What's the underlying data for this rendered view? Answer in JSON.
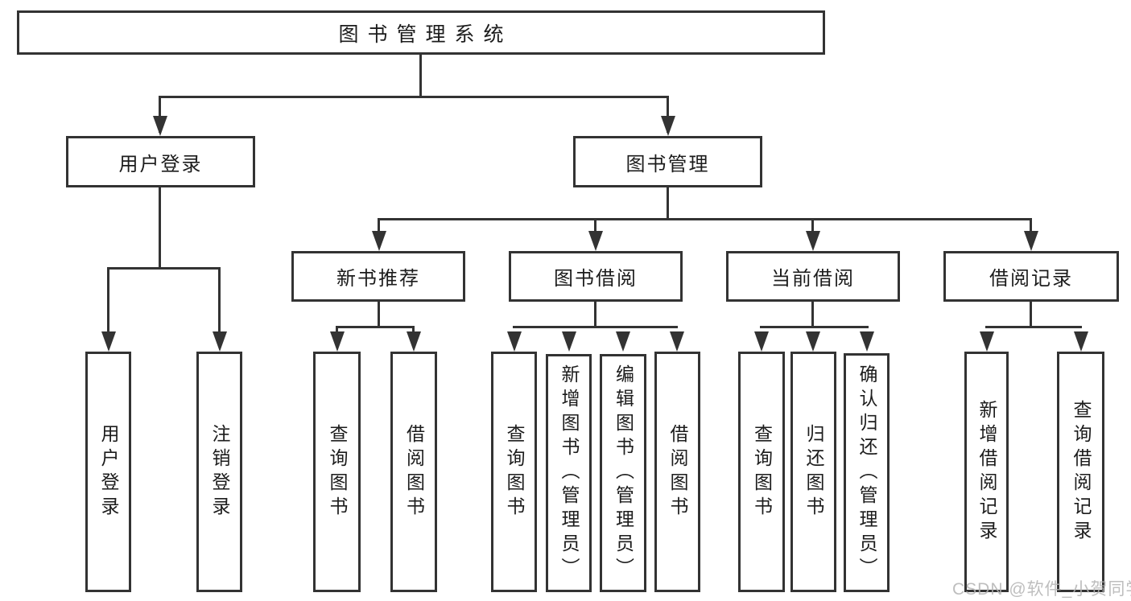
{
  "diagram": {
    "root": {
      "label": "图书管理系统"
    },
    "level2": [
      {
        "id": "user-login",
        "label": "用户登录"
      },
      {
        "id": "book-mgmt",
        "label": "图书管理"
      }
    ],
    "level3": [
      {
        "id": "new-book-rec",
        "label": "新书推荐"
      },
      {
        "id": "book-borrow",
        "label": "图书借阅"
      },
      {
        "id": "current-borrow",
        "label": "当前借阅"
      },
      {
        "id": "borrow-record",
        "label": "借阅记录"
      }
    ],
    "leaves": [
      {
        "group": "user-login",
        "label": "用户登录"
      },
      {
        "group": "user-login",
        "label": "注销登录"
      },
      {
        "group": "new-book-rec",
        "label": "查询图书"
      },
      {
        "group": "new-book-rec",
        "label": "借阅图书"
      },
      {
        "group": "book-borrow",
        "label": "查询图书"
      },
      {
        "group": "book-borrow",
        "label": "新增图书（管理员）"
      },
      {
        "group": "book-borrow",
        "label": "编辑图书（管理员）"
      },
      {
        "group": "book-borrow",
        "label": "借阅图书"
      },
      {
        "group": "current-borrow",
        "label": "查询图书"
      },
      {
        "group": "current-borrow",
        "label": "归还图书"
      },
      {
        "group": "current-borrow",
        "label": "确认归还（管理员）"
      },
      {
        "group": "borrow-record",
        "label": "新增借阅记录"
      },
      {
        "group": "borrow-record",
        "label": "查询借阅记录"
      }
    ]
  },
  "watermark": {
    "text": "CSDN @软件_小贺同学",
    "color": "#b3b3b3"
  }
}
